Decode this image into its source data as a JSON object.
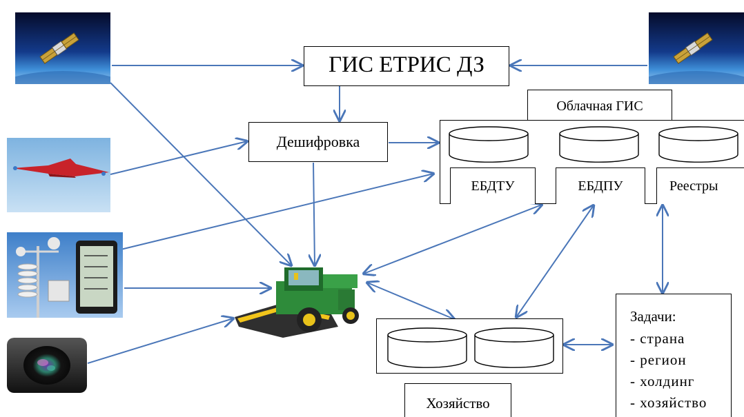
{
  "nodes": {
    "gis_etris": "ГИС ЕТРИС ДЗ",
    "deshifrovka": "Дешифровка",
    "cloud_gis": "Облачная ГИС",
    "ebdtu": "ЕБДТУ",
    "ebdpu": "ЕБДПУ",
    "reestry": "Реестры",
    "khozyaystvo": "Хозяйство"
  },
  "tasks": {
    "title": "Задачи:",
    "items": [
      "- страна",
      "- регион",
      "- холдинг",
      "- хозяйство"
    ]
  },
  "icons": {
    "satellite_left": "satellite-icon",
    "satellite_right": "satellite-icon",
    "drone": "uav-drone-icon",
    "weather_station": "weather-station-icon",
    "camera": "camera-lens-icon",
    "harvester": "combine-harvester-icon"
  },
  "colors": {
    "arrow": "#4a76b8",
    "sky_top": "#0a1a4a",
    "sky_drone": "#a9cdea"
  }
}
